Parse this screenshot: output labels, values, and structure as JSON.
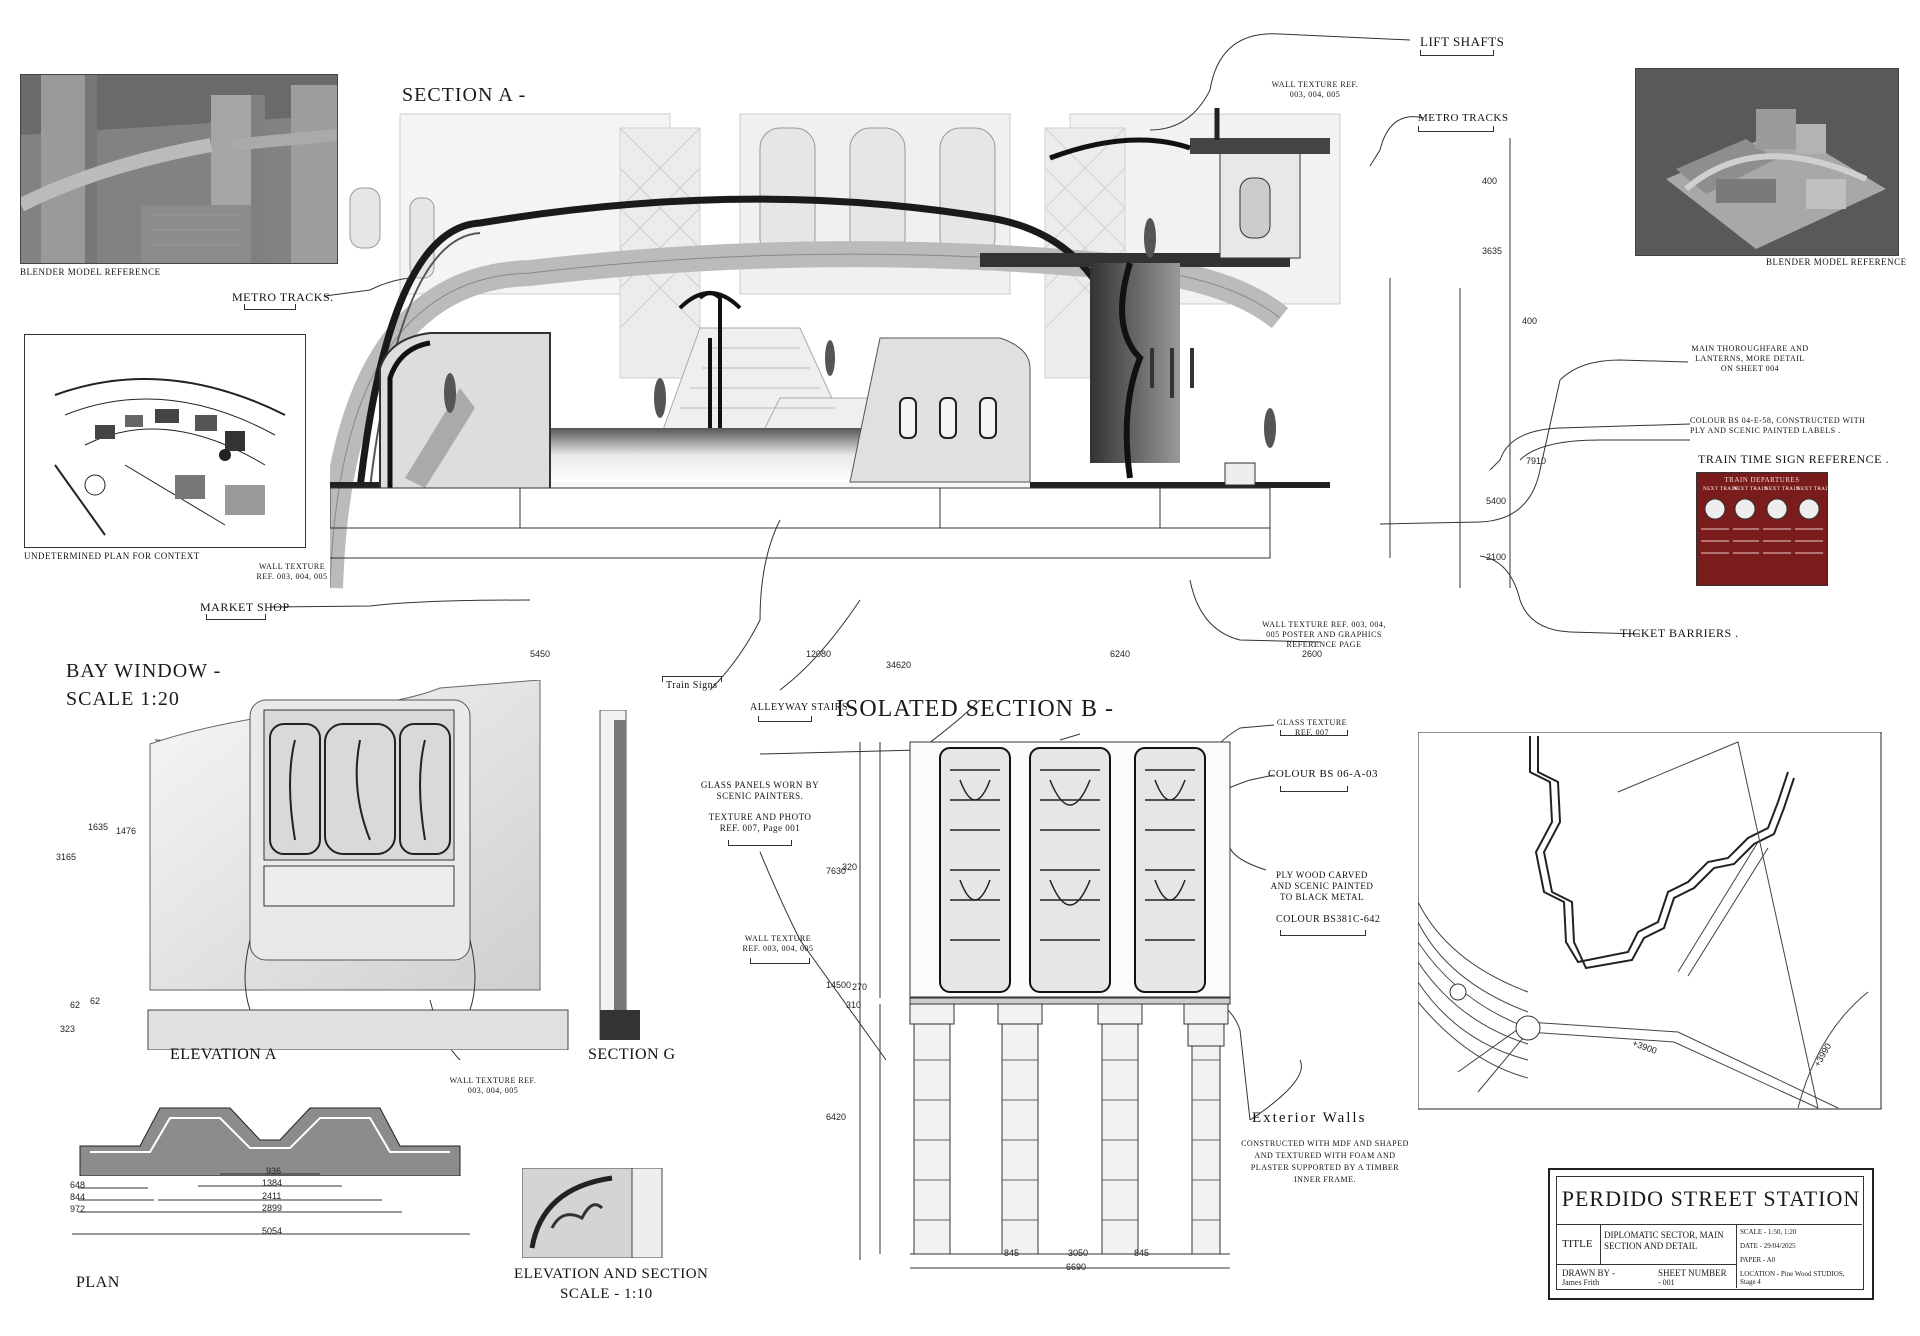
{
  "sheet": {
    "section_a_title": "SECTION A -",
    "isolated_b_title": "ISOLATED SECTION B -",
    "bay_window_title_1": "BAY WINDOW -",
    "bay_window_title_2": "SCALE 1:20"
  },
  "references": {
    "blender_left": "BLENDER MODEL REFERENCE",
    "blender_right": "BLENDER MODEL REFERENCE",
    "plan_context": "UNDETERMINED PLAN FOR CONTEXT",
    "train_time_sign": "TRAIN TIME SIGN REFERENCE .",
    "train_departures": "TRAIN DEPARTURES",
    "clock_labels": [
      "NEXT TRAIN",
      "NEXT TRAIN",
      "NEXT TRAIN",
      "NEXT TRAIN"
    ]
  },
  "section_a_labels": {
    "lift_shafts": "LIFT SHAFTS",
    "wall_texture_top": "WALL TEXTURE REF. 003, 004, 005",
    "metro_tracks_right": "METRO TRACKS",
    "metro_tracks_left": "METRO TRACKS.",
    "main_thoroughfare": "MAIN THOROUGHFARE AND LANTERNS, MORE DETAIL ON SHEET 004",
    "colour_bs": "COLOUR BS 04-E-58, CONSTRUCTED WITH PLY AND SCENIC PAINTED LABELS .",
    "wall_texture_left": "WALL TEXTURE REF. 003, 004, 005",
    "market_shop": "MARKET SHOP",
    "wall_texture_poster": "WALL TEXTURE REF. 003, 004, 005 POSTER AND GRAPHICS REFERENCE PAGE",
    "ticket_barriers": "TICKET BARRIERS .",
    "train_signs": "Train Signs",
    "alleyway_stairs": "ALLEYWAY STAIRS"
  },
  "section_a_dims": {
    "d1": "5450",
    "d2": "12080",
    "d3": "34620",
    "d4": "6240",
    "d5": "2600",
    "h1": "400",
    "h2": "3635",
    "h3": "400",
    "h4": "7910",
    "h5": "5400",
    "h6": "2100"
  },
  "section_b_labels": {
    "glass_texture": "GLASS TEXTURE REF. 007",
    "colour_bs": "COLOUR BS 06-A-03",
    "glass_panels": "GLASS PANELS WORN BY SCENIC PAINTERS.",
    "texture_photo": "TEXTURE AND PHOTO REF. 007, Page 001",
    "plywood": "PLY WOOD CARVED AND SCENIC PAINTED TO BLACK METAL",
    "colour_bs2": "COLOUR BS381C-642",
    "wall_texture": "WALL TEXTURE REF. 003, 004, 005",
    "exterior_walls": "Exterior Walls",
    "exterior_note": "CONSTRUCTED WITH MDF AND SHAPED AND TEXTURED WITH FOAM AND PLASTER SUPPORTED BY A TIMBER INNER FRAME.",
    "dims": {
      "w1": "845",
      "w2": "3050",
      "w3": "845",
      "w4": "6690",
      "h1": "7630",
      "h2": "6420",
      "h3": "14500",
      "h4": "270",
      "h5": "310",
      "h6": "320"
    }
  },
  "bay_window": {
    "elevation_a": "ELEVATION A",
    "section_g": "SECTION G",
    "plan": "PLAN",
    "elev_section": "ELEVATION AND SECTION",
    "elev_section_scale": "SCALE - 1:10",
    "wall_texture": "WALL TEXTURE REF. 003, 004, 005",
    "dims": {
      "h1": "3165",
      "h2": "1635",
      "h3": "1476",
      "h4": "62",
      "h5": "62",
      "h6": "323"
    },
    "plan_dims": [
      "936",
      "1384",
      "2411",
      "2899",
      "5054",
      "648",
      "844",
      "972"
    ]
  },
  "plan_right": {
    "dim1": "+3900",
    "dim2": "+3990"
  },
  "title_block": {
    "project": "PERDIDO STREET STATION",
    "title_label": "TITLE",
    "title_value": "DIPLOMATIC SECTOR, MAIN SECTION AND DETAIL",
    "scale": "SCALE - 1:50, 1:20",
    "date": "DATE - 29/04/2025",
    "paper": "PAPER - A0",
    "location": "LOCATION - Pine Wood STUDIOS, Stage 4",
    "drawn_by_label": "DRAWN BY -",
    "drawn_by_value": "James Frith",
    "sheet_number_label": "SHEET NUMBER",
    "sheet_number_value": "- 001"
  },
  "colors": {
    "ink": "#1a1a1a",
    "paper": "#ffffff",
    "render_grey": "#6b6b6b",
    "sign_red": "#7a1c1c"
  }
}
